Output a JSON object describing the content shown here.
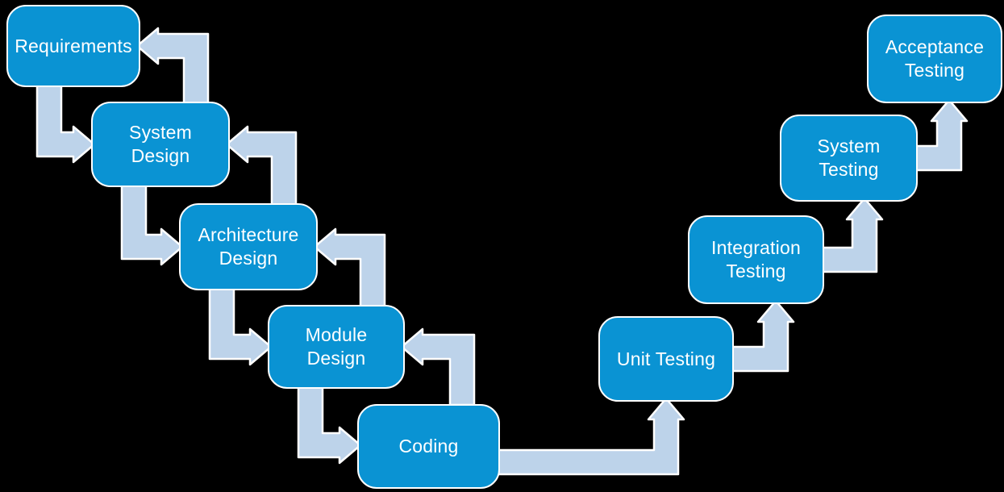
{
  "diagram": {
    "type": "v-model-flowchart",
    "nodes": [
      {
        "id": "requirements",
        "label": "Requirements"
      },
      {
        "id": "system-design",
        "label": "System\nDesign"
      },
      {
        "id": "architecture-design",
        "label": "Architecture\nDesign"
      },
      {
        "id": "module-design",
        "label": "Module\nDesign"
      },
      {
        "id": "coding",
        "label": "Coding"
      },
      {
        "id": "unit-testing",
        "label": "Unit Testing"
      },
      {
        "id": "integration-testing",
        "label": "Integration\nTesting"
      },
      {
        "id": "system-testing",
        "label": "System\nTesting"
      },
      {
        "id": "acceptance-testing",
        "label": "Acceptance\nTesting"
      }
    ],
    "edges": [
      {
        "from": "requirements",
        "to": "system-design",
        "direction": "down"
      },
      {
        "from": "system-design",
        "to": "requirements",
        "direction": "up"
      },
      {
        "from": "system-design",
        "to": "architecture-design",
        "direction": "down"
      },
      {
        "from": "architecture-design",
        "to": "system-design",
        "direction": "up"
      },
      {
        "from": "architecture-design",
        "to": "module-design",
        "direction": "down"
      },
      {
        "from": "module-design",
        "to": "architecture-design",
        "direction": "up"
      },
      {
        "from": "module-design",
        "to": "coding",
        "direction": "down"
      },
      {
        "from": "coding",
        "to": "module-design",
        "direction": "up"
      },
      {
        "from": "coding",
        "to": "unit-testing",
        "direction": "right-up"
      },
      {
        "from": "unit-testing",
        "to": "integration-testing",
        "direction": "right-up"
      },
      {
        "from": "integration-testing",
        "to": "system-testing",
        "direction": "right-up"
      },
      {
        "from": "system-testing",
        "to": "acceptance-testing",
        "direction": "right-up"
      }
    ],
    "colors": {
      "background": "#000000",
      "node_fill": "#0a93d3",
      "node_border": "#ffffff",
      "node_text": "#ffffff",
      "arrow_fill": "#bdd3ea",
      "arrow_outline": "#ffffff"
    }
  }
}
